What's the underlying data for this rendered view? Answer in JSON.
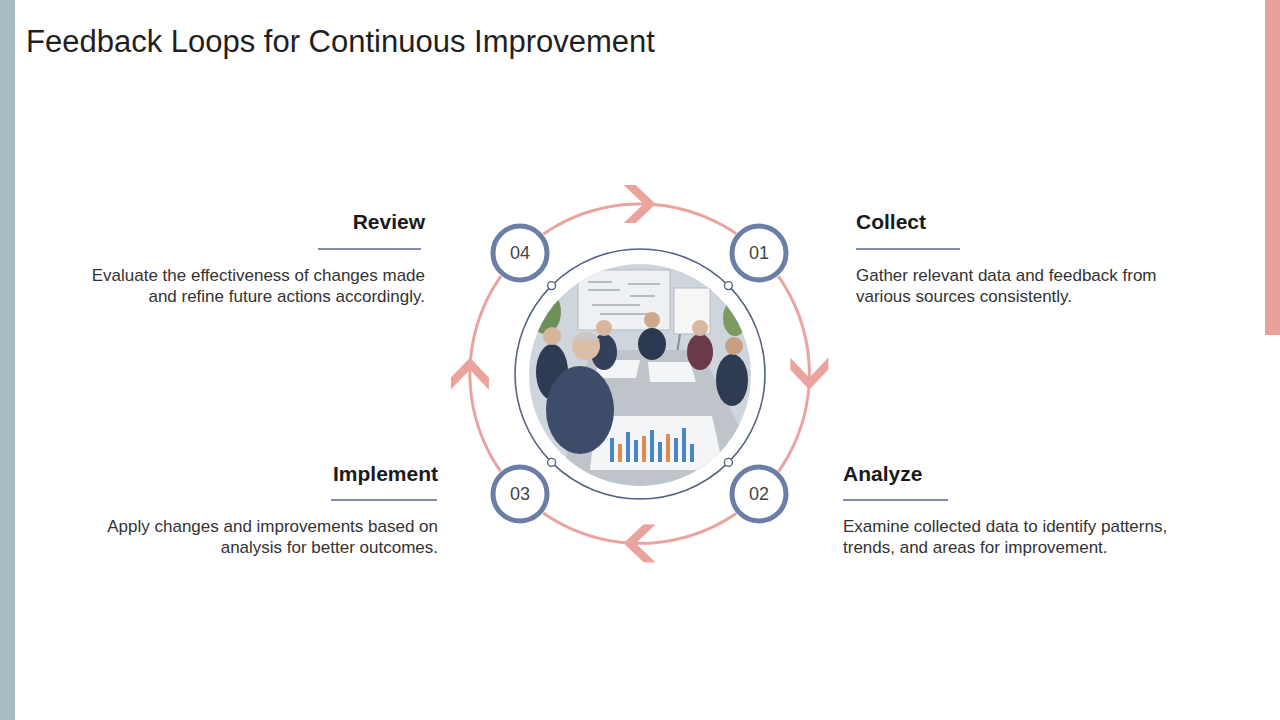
{
  "diagram": {
    "title": "Feedback Loops for Continuous Improvement",
    "nodes": [
      {
        "text": [
          "01"
        ]
      },
      {
        "text": [
          "02"
        ]
      },
      {
        "text": [
          "03"
        ]
      },
      {
        "text": [
          "04"
        ]
      }
    ],
    "edges": [
      {
        "from": 0,
        "to": 1,
        "arrow": "to"
      },
      {
        "from": 1,
        "to": 2,
        "arrow": "to"
      },
      {
        "from": 2,
        "to": 3,
        "arrow": "to"
      },
      {
        "from": 3,
        "to": 0,
        "arrow": "to"
      }
    ],
    "labels": [
      "Review",
      "Evaluate the effectiveness of changes made and refine future actions accordingly.",
      "Collect",
      "Gather relevant data and feedback from various sources consistently.",
      "Implement",
      "Apply changes and improvements based on analysis for better outcomes.",
      "Analyze",
      "Examine collected data to identify patterns, trends, and areas for improvement."
    ]
  }
}
